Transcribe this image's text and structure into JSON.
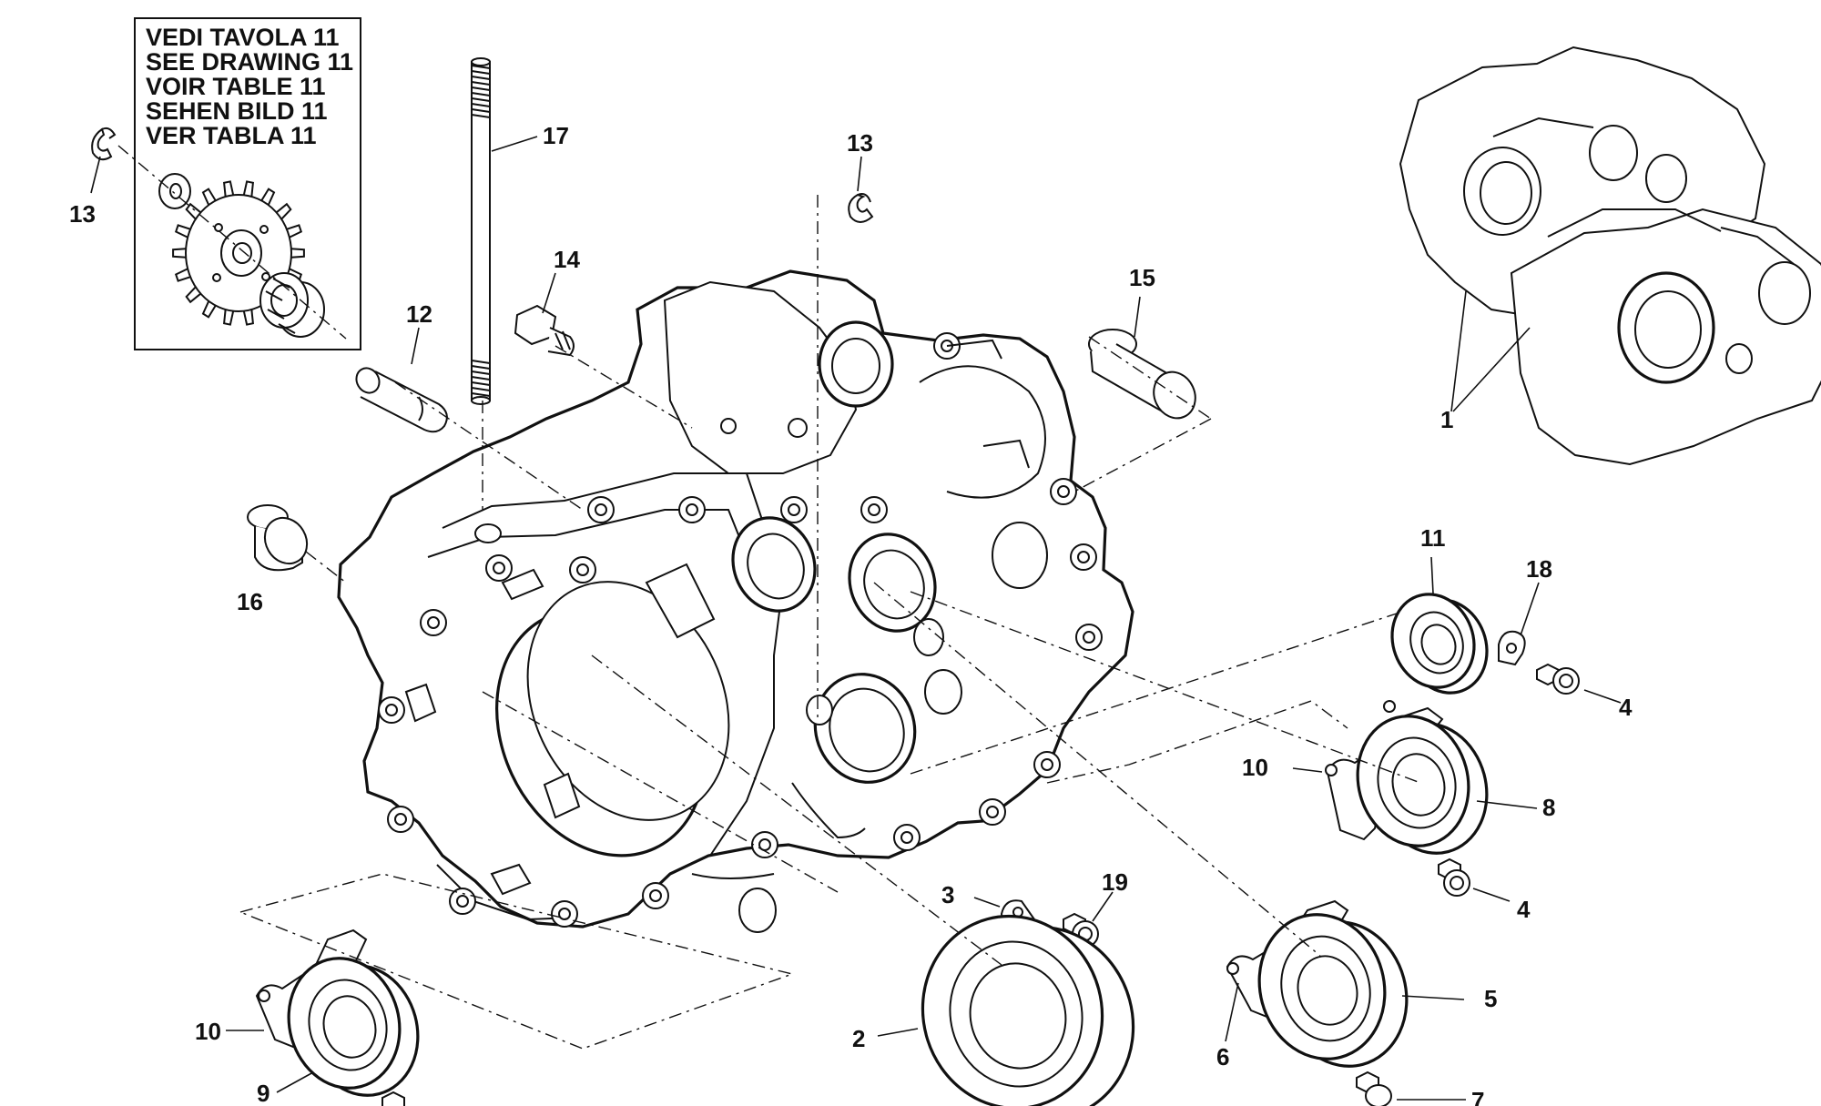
{
  "note_box": {
    "lines": [
      "VEDI TAVOLA 11",
      "SEE DRAWING 11",
      "VOIR TABLE 11",
      "SEHEN BILD 11",
      "VER TABLA 11"
    ]
  },
  "callouts": {
    "c1": "1",
    "c2": "2",
    "c3": "3",
    "c4a": "4",
    "c4b": "4",
    "c5": "5",
    "c6": "6",
    "c7": "7",
    "c8": "8",
    "c9": "9",
    "c10a": "10",
    "c10b": "10",
    "c11": "11",
    "c12": "12",
    "c13a": "13",
    "c13b": "13",
    "c14": "14",
    "c15": "15",
    "c16": "16",
    "c17": "17",
    "c18": "18",
    "c19": "19"
  }
}
